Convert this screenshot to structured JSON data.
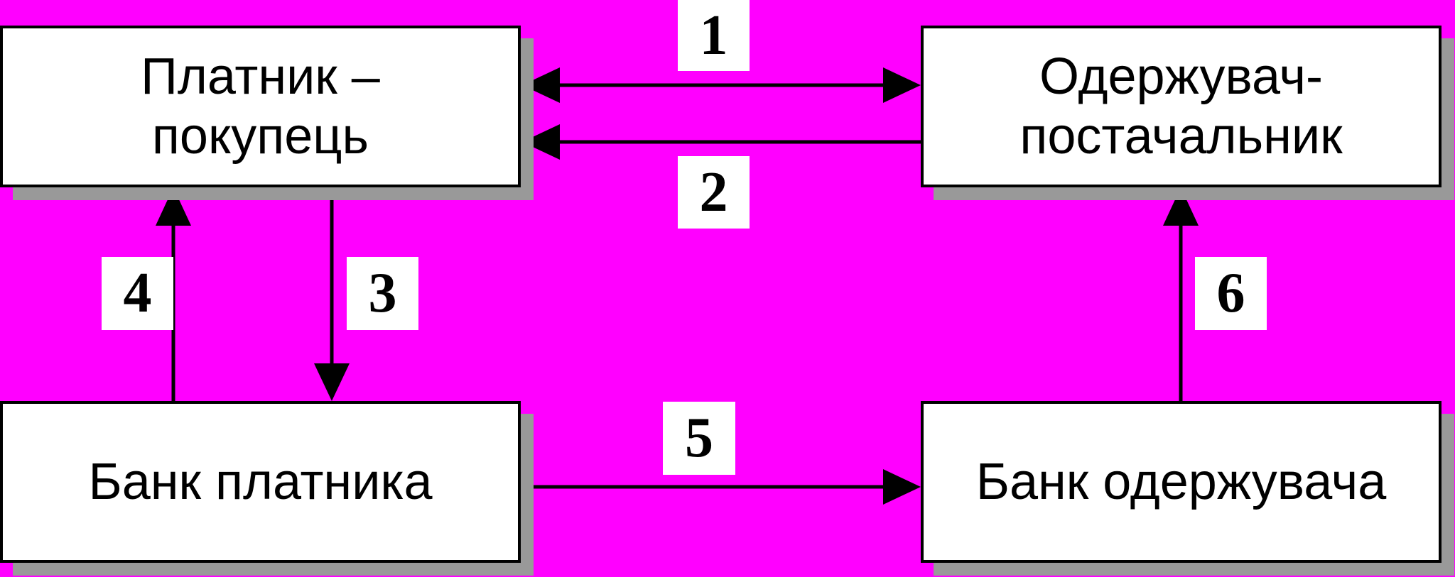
{
  "boxes": {
    "payer": {
      "line1": "Платник –",
      "line2": "покупець"
    },
    "recipient": {
      "line1": "Одержувач-",
      "line2": "постачальник"
    },
    "payer_bank": {
      "label": "Банк платника"
    },
    "recipient_bank": {
      "label": "Банк одержувача"
    }
  },
  "steps": [
    "1",
    "2",
    "3",
    "4",
    "5",
    "6"
  ],
  "colors": {
    "background": "#ff00ff",
    "box_fill": "#ffffff",
    "shadow": "#999999",
    "stroke": "#000000"
  }
}
